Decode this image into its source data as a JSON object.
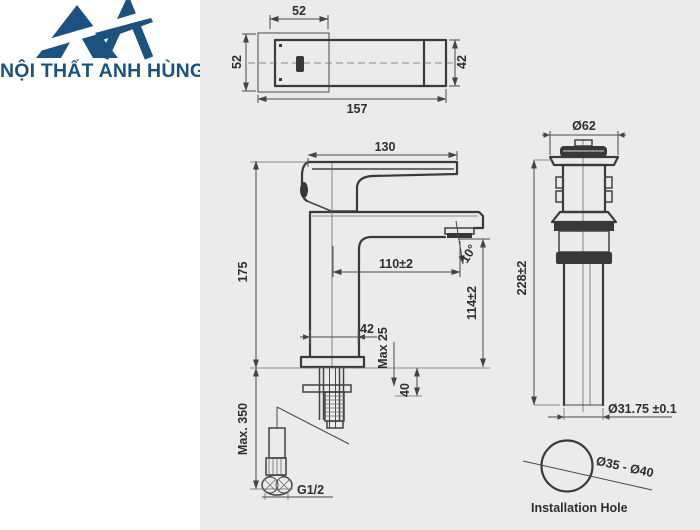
{
  "brand": {
    "name": "NỘI THẤT ANH HÙNG",
    "color": "#1b5280"
  },
  "drawing": {
    "background": "#ebebeb",
    "line_color": "#3a3a3a",
    "dim_color": "#444444",
    "top_view": {
      "width": "52",
      "depth": "52",
      "length": "157",
      "handle_width": "42"
    },
    "front_view": {
      "handle_length": "130",
      "total_height": "175",
      "spout_reach": "110±2",
      "aerator_angle": "10°",
      "spout_height": "114±2",
      "body_width": "42",
      "counter_max": "Max 25",
      "shank_length": "40",
      "hose_max": "Max. 350",
      "thread": "G1/2"
    },
    "drain": {
      "cap_diameter": "Ø62",
      "length": "228±2",
      "pipe_diameter": "Ø31.75 ±0.1"
    },
    "installation": {
      "hole_range": "Ø35 - Ø40",
      "label": "Installation Hole"
    }
  }
}
